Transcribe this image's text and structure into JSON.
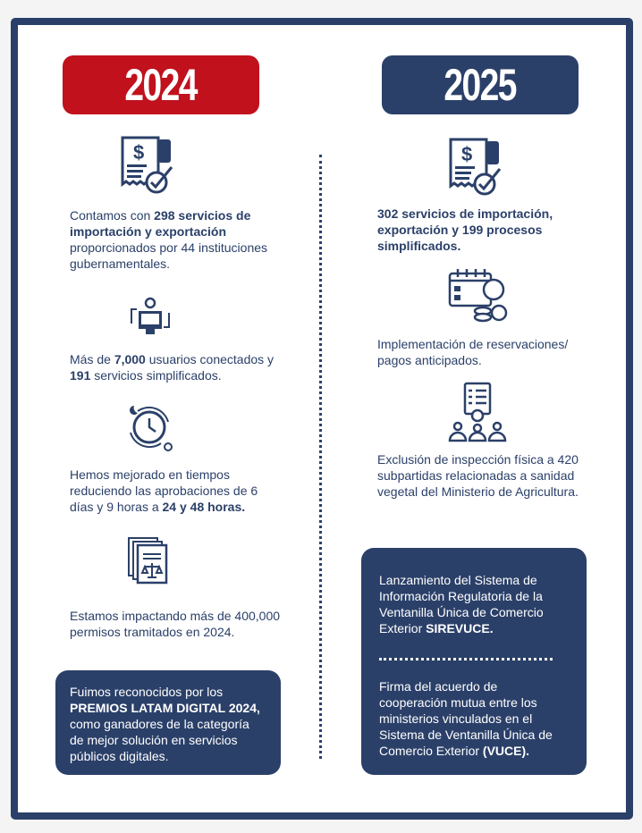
{
  "years": {
    "left": "2024",
    "right": "2025"
  },
  "colors": {
    "navy": "#2b4069",
    "red": "#c0111d"
  },
  "left": [
    {
      "icon": "receipt-check-icon",
      "segments": [
        {
          "t": "Contamos con ",
          "b": false
        },
        {
          "t": "298 servicios de importación y exportación",
          "b": true
        },
        {
          "t": " proporcionados por 44 instituciones gubernamentales.",
          "b": false
        }
      ]
    },
    {
      "icon": "connected-computer-icon",
      "segments": [
        {
          "t": "Más de ",
          "b": false
        },
        {
          "t": "7,000",
          "b": true
        },
        {
          "t": " usuarios conectados y ",
          "b": false
        },
        {
          "t": "191",
          "b": true
        },
        {
          "t": " servicios simplificados.",
          "b": false
        }
      ]
    },
    {
      "icon": "clock-cycle-icon",
      "segments": [
        {
          "t": "Hemos mejorado en tiempos reduciendo las aprobaciones de 6 días y 9 horas a ",
          "b": false
        },
        {
          "t": "24 y 48 horas.",
          "b": true
        }
      ]
    },
    {
      "icon": "legal-documents-icon",
      "segments": [
        {
          "t": "Estamos impactando más de 400,000 permisos tramitados en 2024.",
          "b": false
        }
      ]
    }
  ],
  "left_box": {
    "segments": [
      {
        "t": "Fuimos reconocidos por los ",
        "b": false
      },
      {
        "t": "PREMIOS LATAM DIGITAL 2024,",
        "b": true
      },
      {
        "t": " como ganadores de la categoría de mejor solución en servicios públicos digitales.",
        "b": false
      }
    ]
  },
  "right": [
    {
      "icon": "receipt-check-icon",
      "segments": [
        {
          "t": "302 servicios de importación, exportación y 199 procesos simplificados.",
          "b": true
        }
      ]
    },
    {
      "icon": "calendar-payment-icon",
      "segments": [
        {
          "t": "Implementación de reservaciones/ pagos anticipados.",
          "b": false
        }
      ]
    },
    {
      "icon": "checklist-team-icon",
      "segments": [
        {
          "t": "Exclusión de inspección física a 420 subpartidas relacionadas a sanidad vegetal del Ministerio de Agricultura.",
          "b": false
        }
      ]
    }
  ],
  "right_box": {
    "first": {
      "segments": [
        {
          "t": "Lanzamiento del Sistema de Información Regulatoria de la Ventanilla Única de Comercio Exterior ",
          "b": false
        },
        {
          "t": "SIREVUCE.",
          "b": true
        }
      ]
    },
    "second": {
      "segments": [
        {
          "t": "Firma del acuerdo de cooperación mutua entre los ministerios vinculados en el Sistema de Ventanilla Única de Comercio Exterior ",
          "b": false
        },
        {
          "t": "(VUCE).",
          "b": true
        }
      ]
    }
  }
}
